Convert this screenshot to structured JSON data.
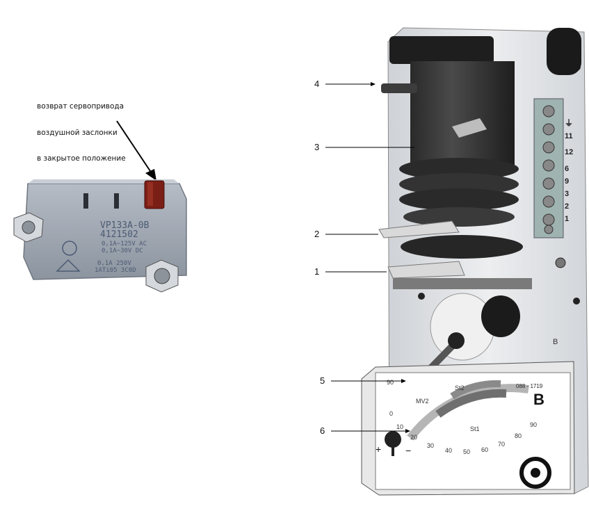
{
  "annotation": {
    "lines": [
      "возврат сервопривода",
      "воздушной заслонки",
      "в закрытое положение"
    ]
  },
  "switch_markings": {
    "model": "VP133A-0B",
    "code": "4121502",
    "rating_ac": "0,1A~125V AC",
    "rating_dc": "0,1A~30V DC",
    "rating_3": "0,1A  250V",
    "rating_4": "1ATi05 3C0D"
  },
  "callouts": [
    "4",
    "3",
    "2",
    "1",
    "5",
    "6"
  ],
  "terminals": [
    "1",
    "2",
    "3",
    "9",
    "6",
    "12",
    "11",
    "⏚"
  ],
  "dial": {
    "part_number": "088 - 1719",
    "letter": "B",
    "plate_letter": "B",
    "scale": [
      "0",
      "10",
      "20",
      "30",
      "40",
      "50",
      "60",
      "70",
      "80",
      "90"
    ],
    "arcs": [
      "St2",
      "MV2",
      "St1"
    ],
    "plus": "+",
    "minus": "−",
    "top_tick": "90"
  }
}
